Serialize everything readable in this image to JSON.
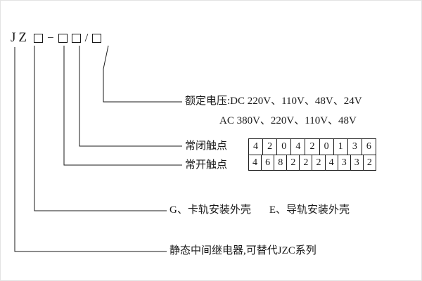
{
  "model_code": {
    "prefix": "JZ",
    "dash": "−",
    "slash": "/"
  },
  "annotations": {
    "rated_voltage_line1": "额定电压:DC 220V、110V、48V、24V",
    "rated_voltage_line2": "AC 380V、220V、110V、48V",
    "nc_contacts_label": "常闭触点",
    "no_contacts_label": "常开触点",
    "housing_g": "G、卡轨安装外壳",
    "housing_e": "E、导轨安装外壳",
    "series_note": "静态中间继电器,可替代JZC系列"
  },
  "contact_table": {
    "nc_row": [
      "4",
      "2",
      "0",
      "4",
      "2",
      "0",
      "1",
      "3",
      "6"
    ],
    "no_row": [
      "4",
      "6",
      "8",
      "2",
      "2",
      "2",
      "4",
      "3",
      "3",
      "2"
    ]
  },
  "colors": {
    "line": "#1a1a1a",
    "text": "#1a1a1a",
    "background": "#ffffff"
  }
}
